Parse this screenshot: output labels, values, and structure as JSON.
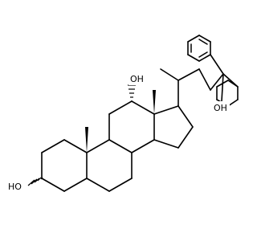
{
  "molecule": {
    "labels": {
      "hydroxyl_3": "HO",
      "hydroxyl_12": "OH",
      "hydroxyl_side_chain": "OH"
    },
    "colors": {
      "bond": "#000000",
      "background": "#ffffff",
      "text": "#000000"
    }
  }
}
